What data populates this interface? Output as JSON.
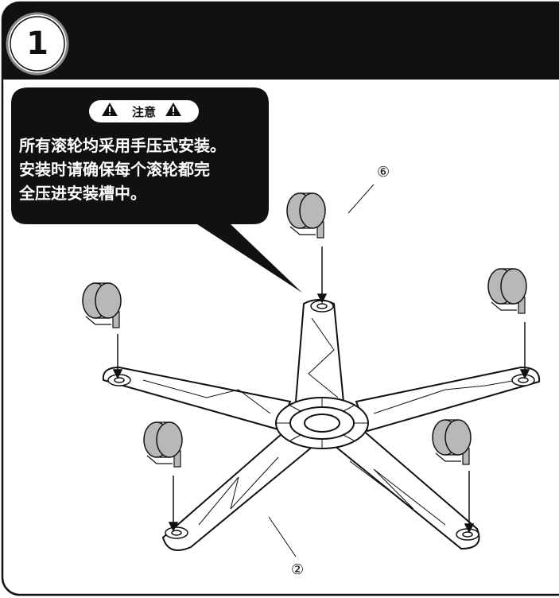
{
  "step": {
    "number": "1"
  },
  "warning": {
    "heading": "注意",
    "lines": [
      "所有滚轮均采用手压式安装。",
      "安装时请确保每个滚轮都完",
      "全压进安装槽中。"
    ]
  },
  "parts": {
    "caster_label": "⑥",
    "base_label": "②"
  },
  "icons": {
    "warning": "warning-triangle-icon"
  },
  "colors": {
    "header": "#111111",
    "callout": "#111111",
    "caster": "#b8b8b8",
    "outline": "#111111"
  }
}
